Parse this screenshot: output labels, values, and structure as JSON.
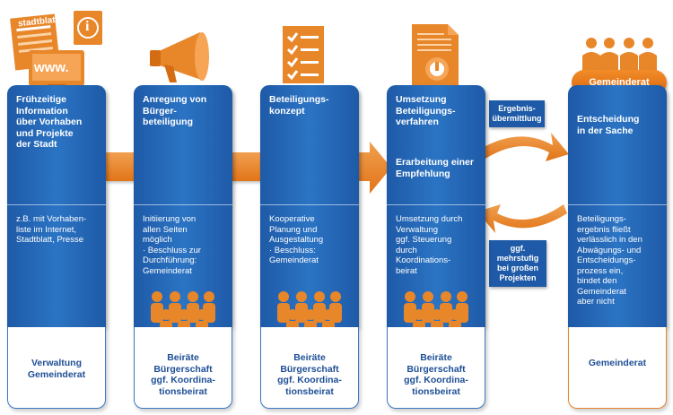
{
  "columns": [
    {
      "title": "Frühzeitige\nInformation\nüber Vorhaben\nund Projekte\nder Stadt",
      "title2": "",
      "desc": "z.B. mit Vorhaben-\nliste im Internet,\nStadtblatt, Presse",
      "bottom": "Verwaltung\nGemeinderat"
    },
    {
      "title": "Anregung von\nBürger-\nbeteiligung",
      "title2": "",
      "desc": "Initiierung von\nallen Seiten\nmöglich\n·  Beschluss zur\n   Durchführung:\n   Gemeinderat",
      "bottom": "Beiräte\nBürgerschaft\nggf. Koordina-\ntionsbeirat"
    },
    {
      "title": "Beteiligungs-\nkonzept",
      "title2": "",
      "desc": "Kooperative\nPlanung und\nAusgestaltung\n·  Beschluss:\n   Gemeinderat",
      "bottom": "Beiräte\nBürgerschaft\nggf. Koordina-\ntionsbeirat"
    },
    {
      "title": "Umsetzung\nBeteiligungs-\nverfahren",
      "title2": "Erarbeitung einer\nEmpfehlung",
      "desc": "Umsetzung durch\nVerwaltung\nggf. Steuerung\ndurch\nKoordinations-\nbeirat",
      "bottom": "Beiräte\nBürgerschaft\nggf. Koordina-\ntionsbeirat"
    },
    {
      "title": "Entscheidung\nin der Sache",
      "title2": "",
      "desc": "Beteiligungs-\nergebnis fließt\nverlässlich in den\nAbwägungs- und\nEntscheidungs-\nprozess ein,\nbindet den\nGemeinderat\naber nicht",
      "bottom": "Gemeinderat"
    }
  ],
  "icons": {
    "newspaper_text": "stadtblatt",
    "www_text": "www.",
    "info_text": "i"
  },
  "side_labels": {
    "result_transfer": "Ergebnis-\nübermittlung",
    "multistage": "ggf. mehrstufig\nbei großen\nProjekten"
  },
  "council_badge": "Gemeinderat",
  "colors": {
    "blue": "#1e5aa7",
    "orange": "#e8862a",
    "dark_text": "#1e4f96"
  }
}
